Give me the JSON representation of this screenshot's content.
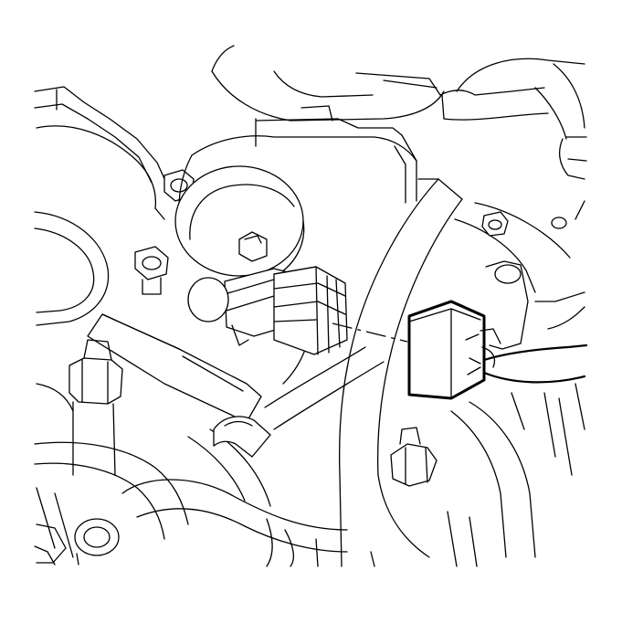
{
  "figure": {
    "kind": "line-art-illustration",
    "subject": "engine-harness-electrical-connector",
    "palette": {
      "background": "#ffffff",
      "ink": "#000000"
    },
    "callouts": [
      {
        "id": "connector-disconnect",
        "style": "dash-dot-leader"
      }
    ]
  }
}
